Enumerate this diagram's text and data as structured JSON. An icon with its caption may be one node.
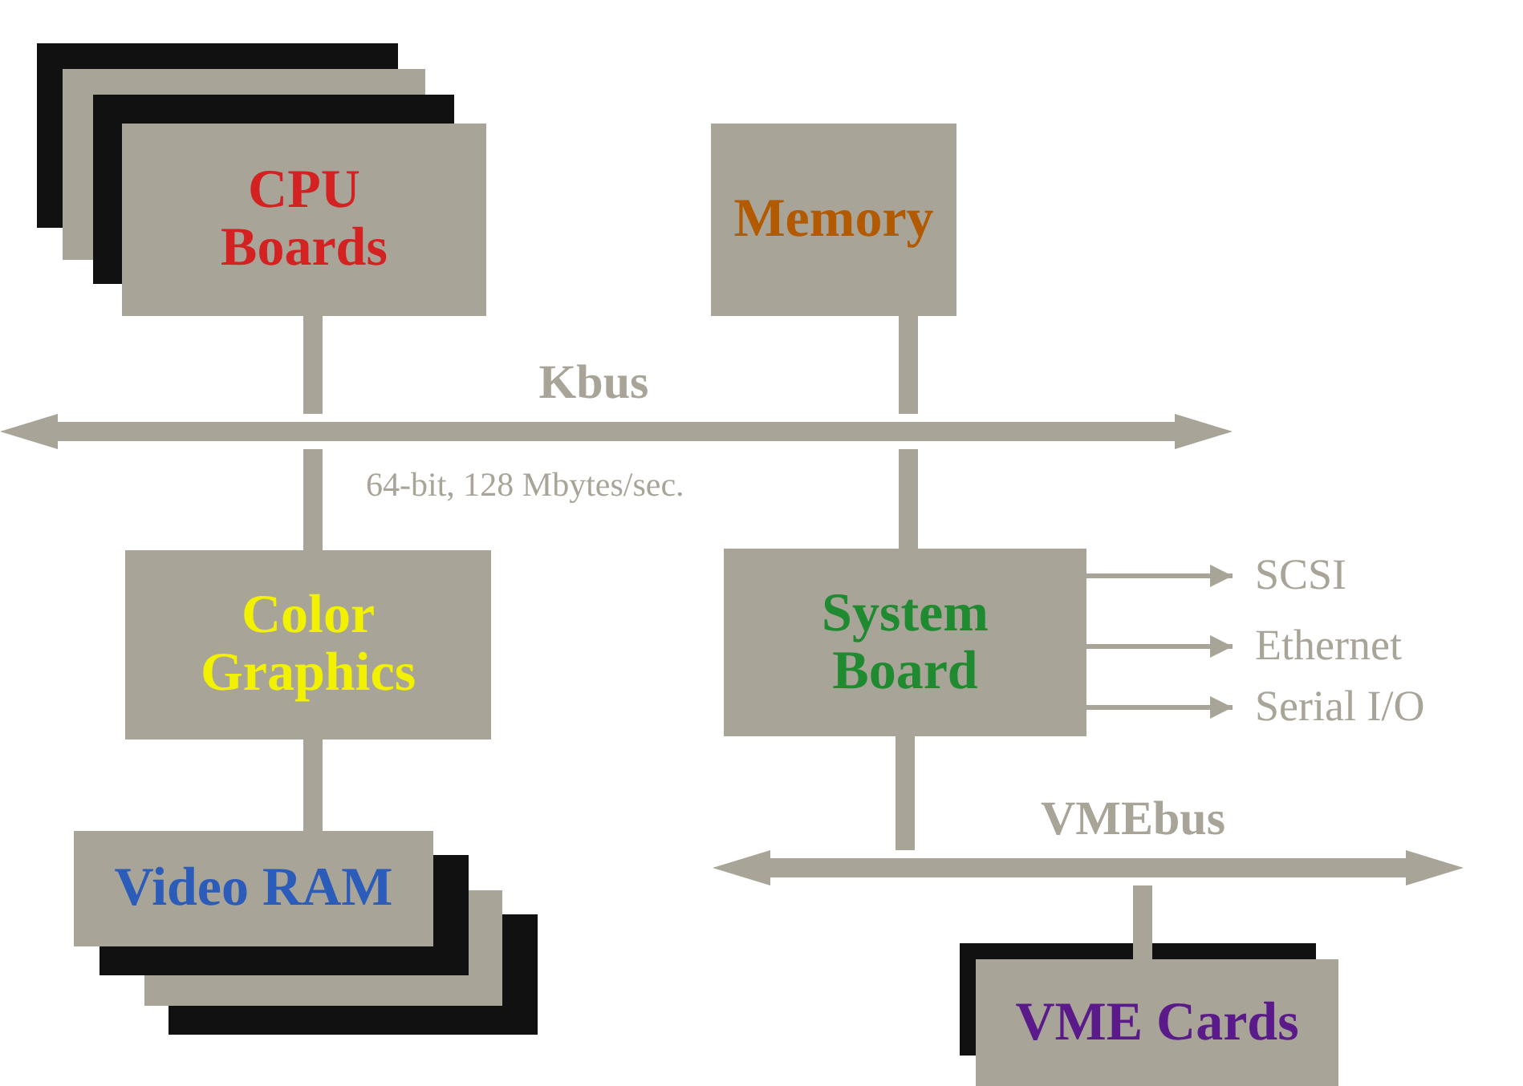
{
  "diagram": {
    "nodes": [
      {
        "text": [
          "CPU Boards"
        ]
      },
      {
        "text": [
          "Memory"
        ]
      },
      {
        "text": [
          "Kbus"
        ],
        "beside": [
          "64-bit, 128 Mbytes/sec."
        ]
      },
      {
        "text": [
          "Color Graphics"
        ]
      },
      {
        "text": [
          "System Board"
        ]
      },
      {
        "text": [
          "SCSI"
        ]
      },
      {
        "text": [
          "Ethernet"
        ]
      },
      {
        "text": [
          "Serial I/O"
        ]
      },
      {
        "text": [
          "VMEbus"
        ]
      },
      {
        "text": [
          "Video RAM"
        ]
      },
      {
        "text": [
          "VME Cards"
        ]
      }
    ],
    "edges": [
      {
        "from": 0,
        "to": 2,
        "arrow": "none"
      },
      {
        "from": 1,
        "to": 2,
        "arrow": "none"
      },
      {
        "from": 2,
        "to": 3,
        "arrow": "none"
      },
      {
        "from": 2,
        "to": 4,
        "arrow": "none"
      },
      {
        "from": 4,
        "to": 5,
        "arrow": "to"
      },
      {
        "from": 4,
        "to": 6,
        "arrow": "to"
      },
      {
        "from": 4,
        "to": 7,
        "arrow": "to"
      },
      {
        "from": 3,
        "to": 9,
        "arrow": "none"
      },
      {
        "from": 4,
        "to": 8,
        "arrow": "none"
      },
      {
        "from": 8,
        "to": 10,
        "arrow": "none"
      }
    ]
  }
}
